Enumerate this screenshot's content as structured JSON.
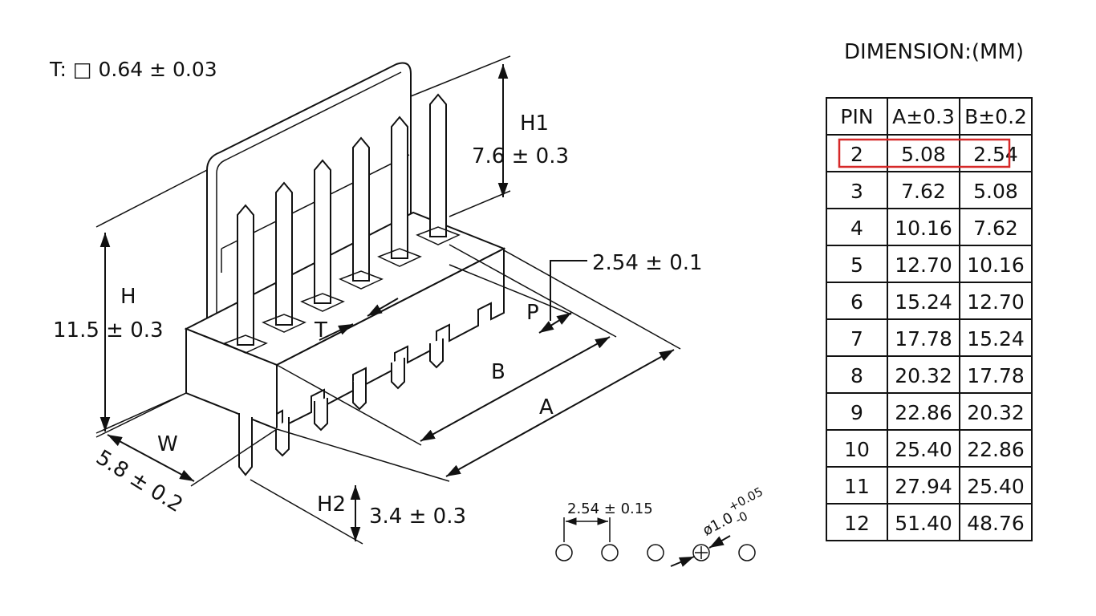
{
  "thickness_note": "T: □ 0.64 ± 0.03",
  "labels": {
    "H": "H",
    "H_value": "11.5 ± 0.3",
    "H1": "H1",
    "H1_value": "7.6 ± 0.3",
    "H2": "H2",
    "H2_value": "3.4 ± 0.3",
    "W": "W",
    "W_value": "5.8 ± 0.2",
    "P": "P",
    "P_value": "2.54 ± 0.1",
    "T": "T",
    "A": "A",
    "B": "B"
  },
  "pcb_layout": {
    "pitch_label": "2.54 ± 0.15",
    "hole_label": "ø1.0",
    "hole_tol_plus": "+0.05",
    "hole_tol_minus": "-0"
  },
  "table": {
    "title": "DIMENSION:(MM)",
    "headers": [
      "PIN",
      "A±0.3",
      "B±0.2"
    ],
    "highlight_row": 0,
    "highlight_color": "#d62828",
    "rows": [
      [
        "2",
        "5.08",
        "2.54"
      ],
      [
        "3",
        "7.62",
        "5.08"
      ],
      [
        "4",
        "10.16",
        "7.62"
      ],
      [
        "5",
        "12.70",
        "10.16"
      ],
      [
        "6",
        "15.24",
        "12.70"
      ],
      [
        "7",
        "17.78",
        "15.24"
      ],
      [
        "8",
        "20.32",
        "17.78"
      ],
      [
        "9",
        "22.86",
        "20.32"
      ],
      [
        "10",
        "25.40",
        "22.86"
      ],
      [
        "11",
        "27.94",
        "25.40"
      ],
      [
        "12",
        "51.40",
        "48.76"
      ]
    ]
  }
}
